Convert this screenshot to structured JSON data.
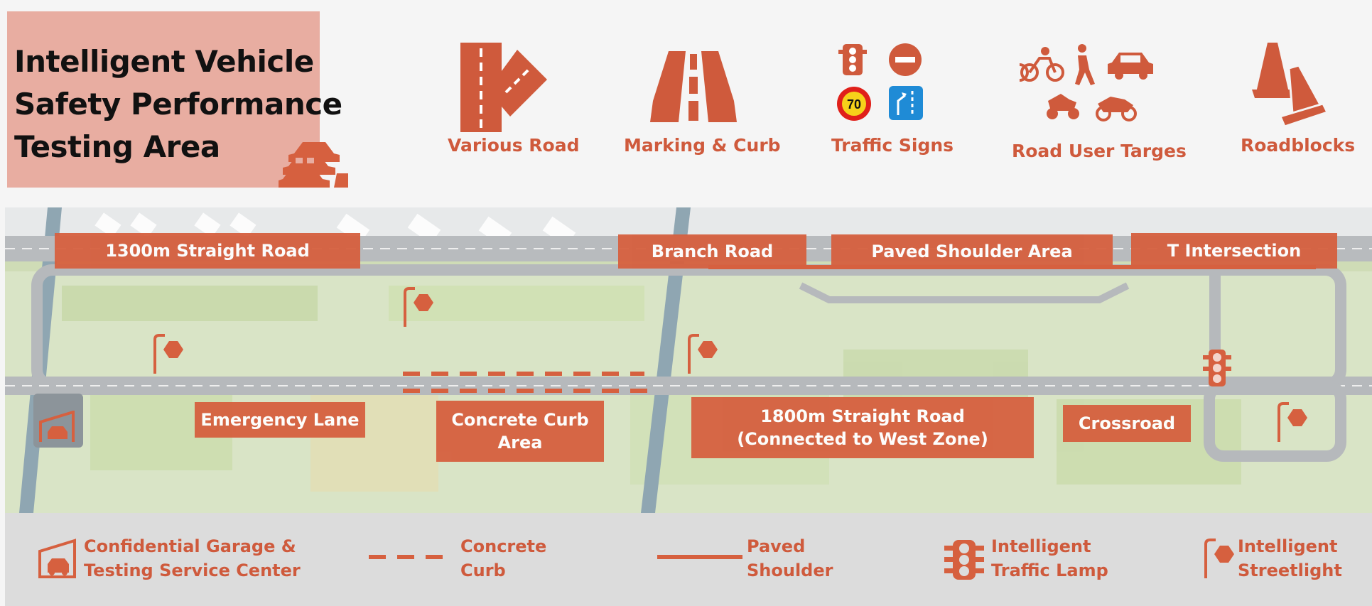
{
  "title": {
    "line1": "Intelligent Vehicle",
    "line2": "Safety Performance",
    "line3": "Testing Area"
  },
  "categories": [
    {
      "label": "Various Road",
      "icon": "road-branch-icon"
    },
    {
      "label": "Marking & Curb",
      "icon": "road-marking-icon"
    },
    {
      "label": "Traffic Signs",
      "icon": "traffic-signs-icon"
    },
    {
      "label": "Road User Targes",
      "icon": "road-users-icon"
    },
    {
      "label": "Roadblocks",
      "icon": "traffic-cone-icon"
    }
  ],
  "speed_sign": "70",
  "zones": {
    "straight_1300": "1300m Straight Road",
    "branch_road": "Branch Road",
    "paved_shoulder": "Paved Shoulder Area",
    "t_intersection": "T Intersection",
    "emergency_lane": "Emergency Lane",
    "concrete_curb_1": "Concrete Curb",
    "concrete_curb_2": "Area",
    "straight_1800_1": "1800m Straight Road",
    "straight_1800_2": "(Connected to West Zone)",
    "crossroad": "Crossroad"
  },
  "legend": [
    {
      "line1": "Confidential Garage &",
      "line2": "Testing Service Center",
      "icon": "garage-icon"
    },
    {
      "line1": "Concrete",
      "line2": "Curb",
      "icon": "dashed-line-icon"
    },
    {
      "line1": "Paved",
      "line2": "Shoulder",
      "icon": "solid-line-icon"
    },
    {
      "line1": "Intelligent",
      "line2": "Traffic Lamp",
      "icon": "traffic-lamp-icon"
    },
    {
      "line1": "Intelligent",
      "line2": "Streetlight",
      "icon": "streetlight-icon"
    }
  ],
  "colors": {
    "accent": "#d6603f",
    "title_bg": "#e8ada1",
    "map_green": "#d7e3c2",
    "road": "#b9bcbf"
  }
}
